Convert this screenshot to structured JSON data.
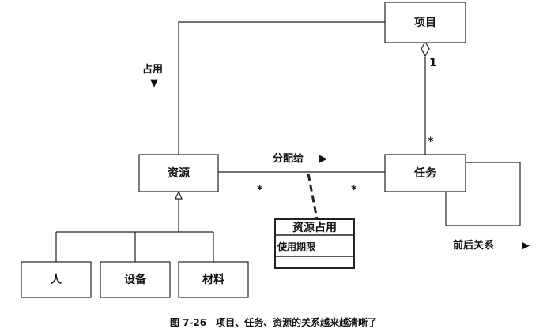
{
  "classes": {
    "project": "项目",
    "resource": "资源",
    "task": "任务",
    "person": "人",
    "equipment": "设备",
    "material": "材料"
  },
  "assoc_class": {
    "name": "资源占用",
    "attribute": "使用期限"
  },
  "labels": {
    "occupy": "占用",
    "occupy_arrow": "▼",
    "assign": "分配给",
    "assign_arrow": "▶",
    "predecessor": "前后关系",
    "predecessor_arrow": "▶"
  },
  "multiplicities": {
    "project_end": "1",
    "task_end_of_project": "*",
    "resource_end": "*",
    "task_end_of_resource": "*"
  },
  "caption": "图 7-26　项目、任务、资源的关系越来越清晰了"
}
